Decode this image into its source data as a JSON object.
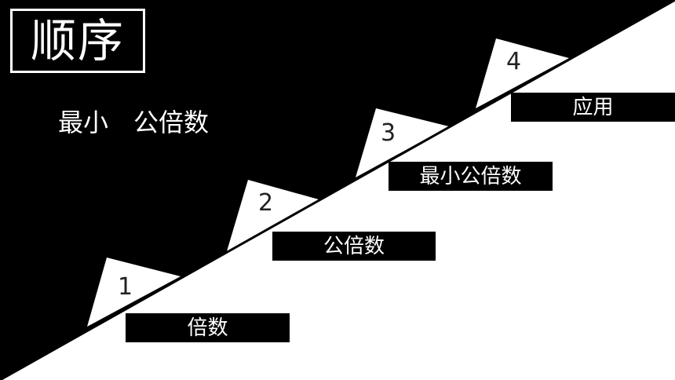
{
  "title": "顺序",
  "subtitle": "最小　公倍数",
  "steps": [
    {
      "number": "1",
      "label": "倍数"
    },
    {
      "number": "2",
      "label": "公倍数"
    },
    {
      "number": "3",
      "label": "最小公倍数"
    },
    {
      "number": "4",
      "label": "应用"
    }
  ],
  "colors": {
    "background": "#000000",
    "foreground": "#ffffff"
  }
}
